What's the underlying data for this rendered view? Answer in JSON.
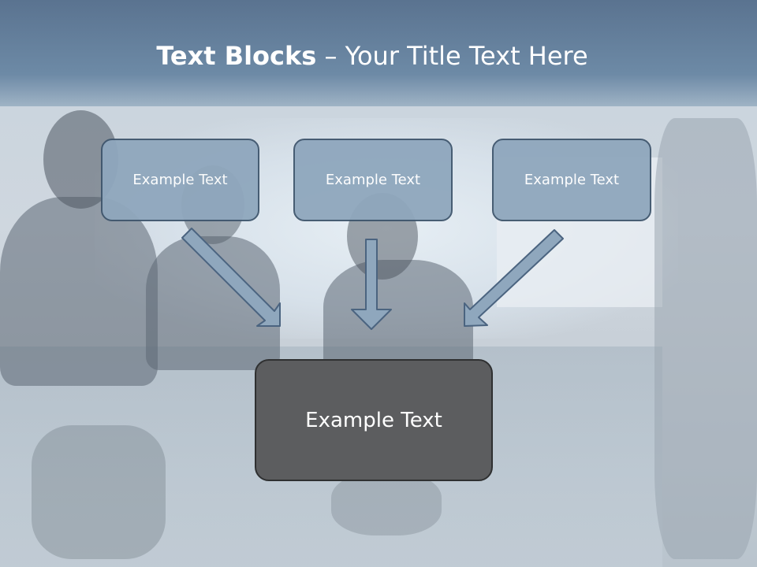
{
  "title": {
    "bold_part": "Text Blocks",
    "rest": " – Your Title Text Here"
  },
  "blocks": [
    {
      "label": "Example Text"
    },
    {
      "label": "Example Text"
    },
    {
      "label": "Example Text"
    }
  ],
  "main_block": {
    "label": "Example Text"
  },
  "colors": {
    "header": "#6d8aa6",
    "block_fill": "#8fa7bd",
    "block_border": "#3f566d",
    "main_fill": "#5c5d5f",
    "arrow_fill": "#8fa7bd"
  }
}
